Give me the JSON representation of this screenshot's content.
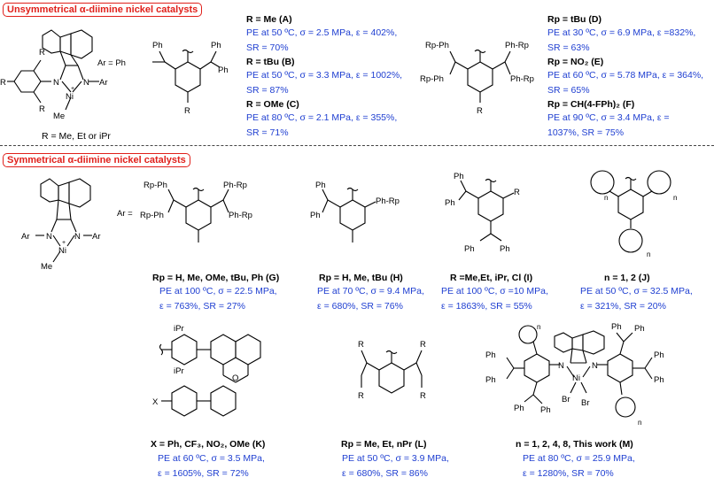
{
  "headers": {
    "unsym": "Unsymmetrical α-diimine nickel catalysts",
    "sym": "Symmetrical α-diimine nickel catalysts"
  },
  "atoms": {
    "R": "R",
    "N": "N",
    "Ar": "Ar",
    "Ni": "Ni",
    "Me": "Me",
    "Br": "Br",
    "O": "O",
    "Ph": "Ph",
    "Rp": "Rp",
    "X": "X",
    "iPr": "iPr",
    "n": "n",
    "plus": "+",
    "ArPh": "Ar = Ph",
    "ArEq": "Ar =",
    "RpPh": "Rp-Ph",
    "PhRp": "Ph-Rp"
  },
  "unsym": {
    "r_caption": "R = Me, Et or iPr",
    "A": {
      "label": "R = Me (A)",
      "l1": "PE at 50 ºC, σ = 2.5 MPa, ε = 402%,",
      "l2": "SR = 70%"
    },
    "B": {
      "label": "R = tBu (B)",
      "l1": "PE at 50 ºC, σ = 3.3 MPa, ε = 1002%,",
      "l2": "SR = 87%"
    },
    "C": {
      "label": "R = OMe (C)",
      "l1": "PE at 80 ºC, σ = 2.1 MPa, ε = 355%,",
      "l2": "SR = 71%"
    },
    "D": {
      "label": "Rp = tBu (D)",
      "l1": "PE at 30 ºC, σ = 6.9 MPa, ε =832%,",
      "l2": "SR = 63%"
    },
    "E": {
      "label": "Rp = NO₂ (E)",
      "l1": "PE at 60 ºC, σ = 5.78 MPa, ε = 364%,",
      "l2": "SR = 65%"
    },
    "F": {
      "label": "Rp = CH(4-FPh)₂ (F)",
      "l1": "PE at 90 ºC, σ = 3.4 MPa, ε =",
      "l2": "1037%, SR = 75%"
    }
  },
  "sym": {
    "G": {
      "label": "Rp = H, Me, OMe, tBu, Ph (G)",
      "l1": "PE at 100 ºC, σ = 22.5 MPa,",
      "l2": "ε = 763%, SR = 27%"
    },
    "H": {
      "label": "Rp = H, Me, tBu (H)",
      "l1": "PE at 70 ºC, σ = 9.4 MPa,",
      "l2": "ε = 680%, SR = 76%"
    },
    "I": {
      "label": "R =Me,Et, iPr, Cl (I)",
      "l1": "PE at 100 ºC, σ =10 MPa,",
      "l2": "ε = 1863%, SR = 55%"
    },
    "J": {
      "label": "n = 1, 2 (J)",
      "l1": "PE at 50 ºC, σ = 32.5 MPa,",
      "l2": "ε = 321%, SR = 20%"
    },
    "K": {
      "label": "X = Ph, CF₃, NO₂, OMe (K)",
      "l1": "PE at 60 ºC, σ = 3.5 MPa,",
      "l2": "ε = 1605%, SR = 72%"
    },
    "L": {
      "label": "Rp = Me, Et, nPr (L)",
      "l1": "PE at 50 ºC, σ = 3.9 MPa,",
      "l2": "ε = 680%, SR = 86%"
    },
    "M": {
      "label": "n = 1, 2, 4, 8,  This work (M)",
      "l1": "PE at 80 ºC, σ = 25.9 MPa,",
      "l2": "ε = 1280%, SR = 70%"
    }
  }
}
